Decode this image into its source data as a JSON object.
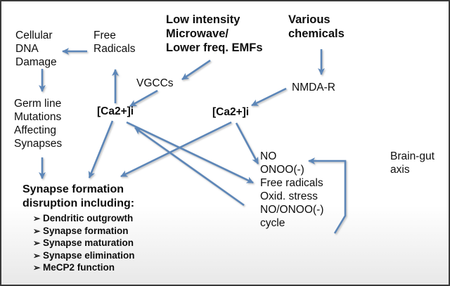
{
  "figure": {
    "type": "flow-diagram",
    "accent_color": "#5b86b8",
    "text_color": "#0d0d0d",
    "background": "#ffffff",
    "border_color": "#3a3a3a"
  },
  "nodes": {
    "cellular_dna_damage": "Cellular\nDNA\nDamage",
    "free_radicals": "Free\nRadicals",
    "low_intensity_emf": "Low intensity\nMicrowave/\nLower freq. EMFs",
    "various_chemicals": "Various\nchemicals",
    "vgccs": "VGCCs",
    "nmda_r": "NMDA-R",
    "calcium_left": "[Ca2+]i",
    "calcium_right": "[Ca2+]i",
    "germ_line": "Germ line\nMutations\nAffecting\nSynapses",
    "no_onoo": "NO\nONOO(-)\nFree radicals\nOxid. stress\nNO/ONOO(-)\n   cycle",
    "brain_gut_axis": "Brain-gut\naxis",
    "synapse_heading": "Synapse formation\ndisruption including:"
  },
  "synapse_list": {
    "bullet_glyph": "➢",
    "items": [
      "Dendritic outgrowth",
      "Synapse formation",
      "Synapse maturation",
      "Synapse elimination",
      "MeCP2 function"
    ]
  },
  "edges": [
    {
      "from": "free_radicals",
      "to": "cellular_dna_damage"
    },
    {
      "from": "cellular_dna_damage",
      "to": "germ_line"
    },
    {
      "from": "germ_line",
      "to": "synapse_heading"
    },
    {
      "from": "calcium_left",
      "to": "free_radicals"
    },
    {
      "from": "low_intensity_emf",
      "to": "vgccs"
    },
    {
      "from": "vgccs",
      "to": "calcium_left"
    },
    {
      "from": "various_chemicals",
      "to": "nmda_r"
    },
    {
      "from": "nmda_r",
      "to": "calcium_right"
    },
    {
      "from": "calcium_left",
      "to": "synapse_heading"
    },
    {
      "from": "calcium_left",
      "to": "no_onoo"
    },
    {
      "from": "calcium_right",
      "to": "synapse_heading"
    },
    {
      "from": "calcium_right",
      "to": "no_onoo"
    },
    {
      "from": "no_onoo",
      "to": "calcium_left"
    },
    {
      "from": "brain_gut_axis",
      "to": "no_onoo"
    }
  ]
}
